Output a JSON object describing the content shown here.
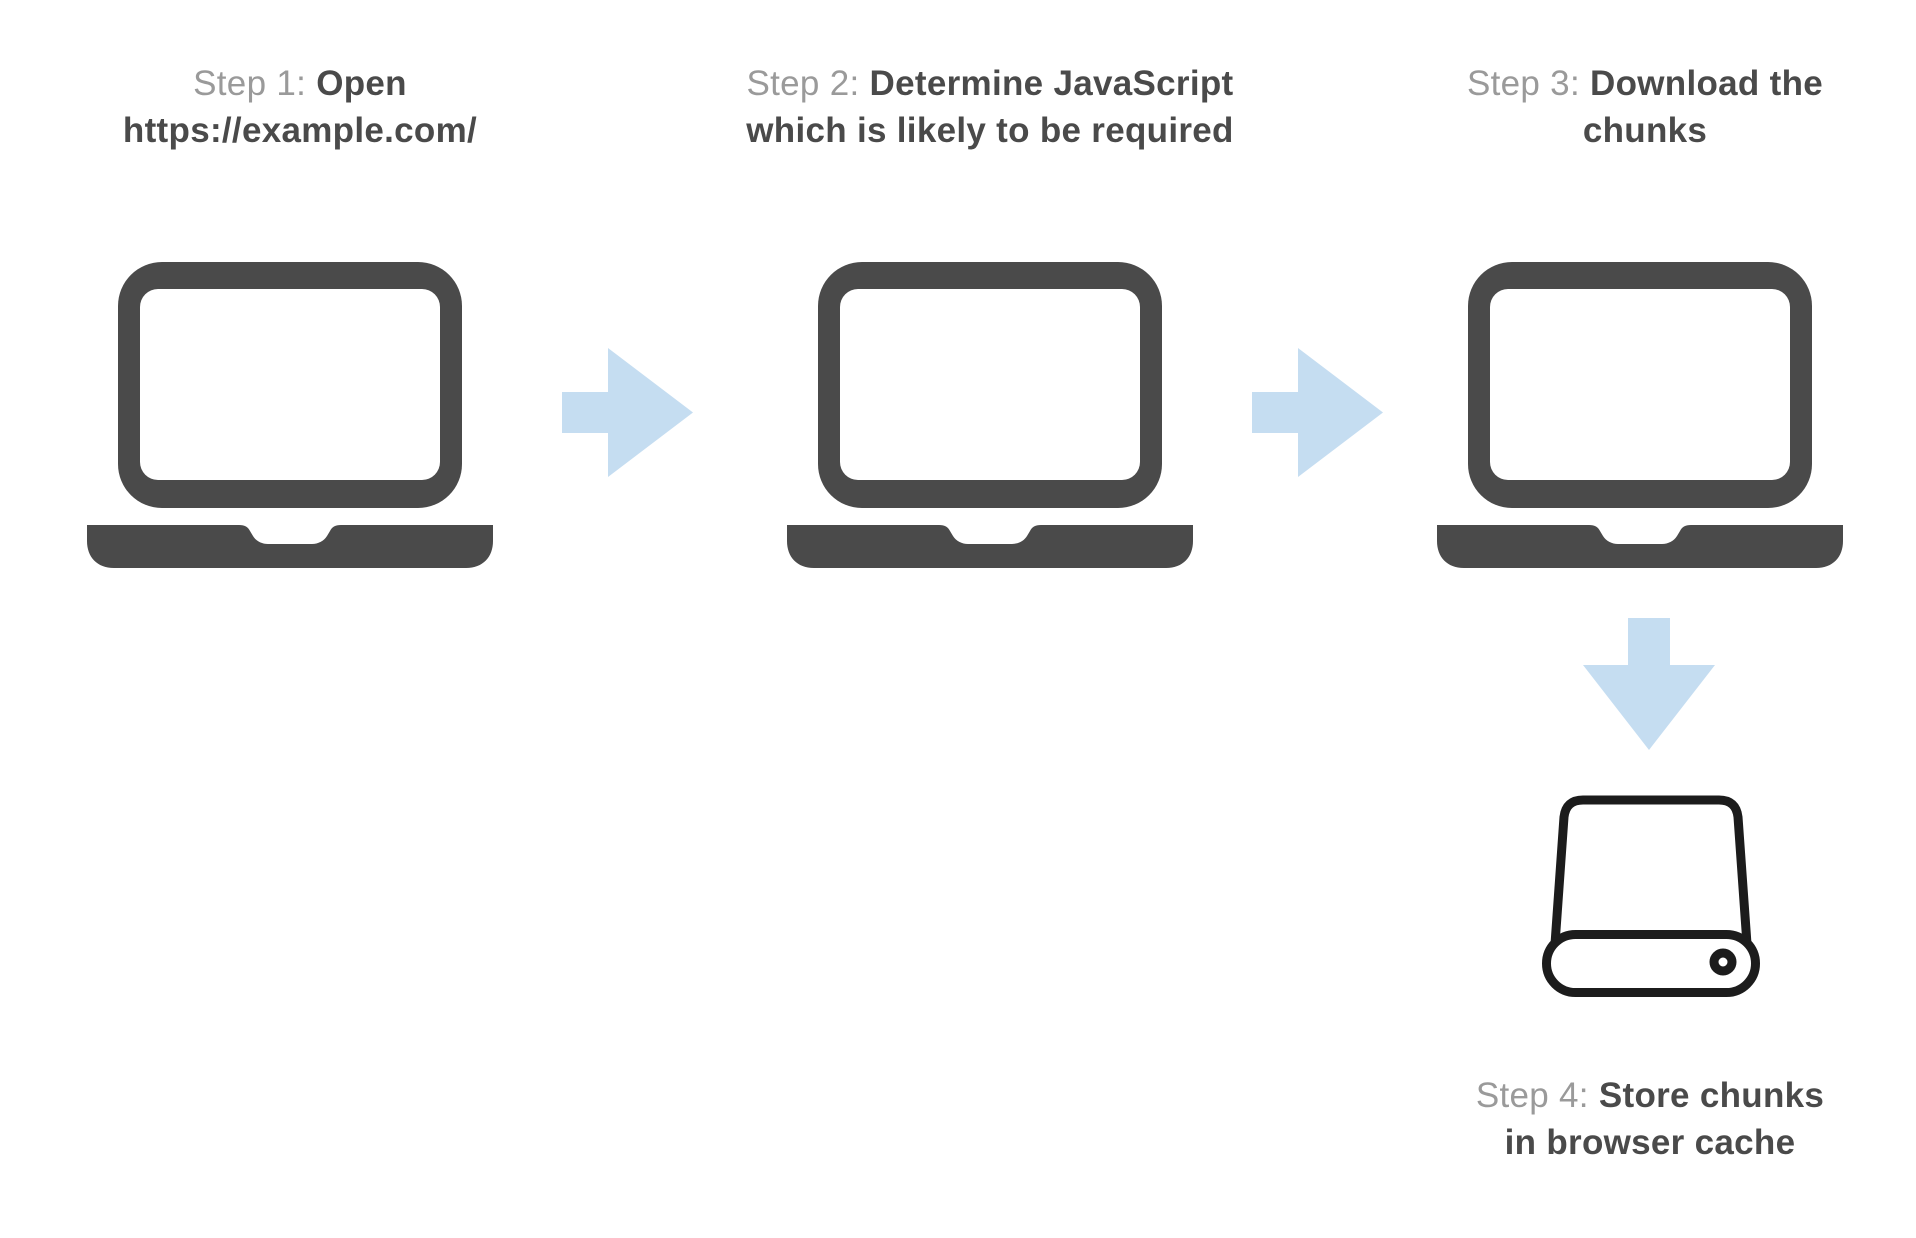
{
  "diagram": {
    "type": "flow",
    "steps": [
      {
        "label": "Step 1:",
        "title_line1": "Open",
        "title_line2": "https://example.com/",
        "icon": "laptop-icon"
      },
      {
        "label": "Step 2:",
        "title_line1": "Determine JavaScript",
        "title_line2": "which is likely to be required",
        "icon": "laptop-icon"
      },
      {
        "label": "Step 3:",
        "title_line1": "Download the",
        "title_line2": "chunks",
        "icon": "laptop-icon"
      },
      {
        "label": "Step 4:",
        "title_line1": "Store chunks",
        "title_line2": "in browser cache",
        "icon": "hard-drive-icon"
      }
    ],
    "arrows": [
      {
        "name": "arrow-step1-to-step2",
        "direction": "right"
      },
      {
        "name": "arrow-step2-to-step3",
        "direction": "right"
      },
      {
        "name": "arrow-step3-to-step4",
        "direction": "down"
      }
    ]
  },
  "colors": {
    "icon_gray": "#4a4a4a",
    "arrow_blue": "#c5ddf1",
    "label_gray": "#9a9a9a",
    "outline_black": "#1c1c1c",
    "bg": "#ffffff"
  }
}
